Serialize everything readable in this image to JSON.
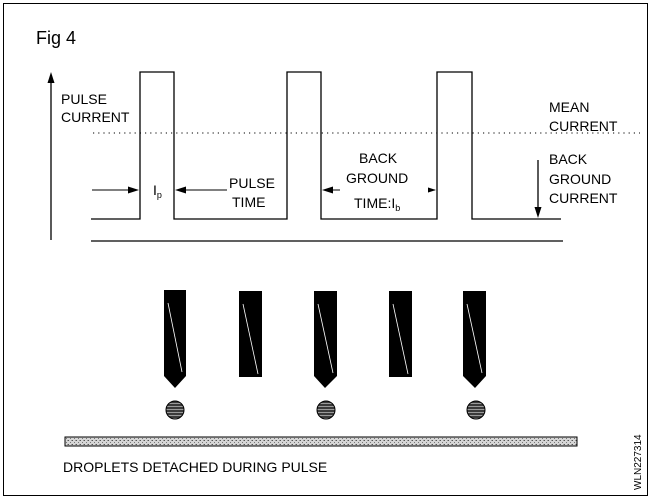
{
  "figure": {
    "title": "Fig 4",
    "side_code": "WLN227314",
    "caption": "DROPLETS DETACHED DURING PULSE"
  },
  "waveform": {
    "pulse_current": [
      "PULSE",
      "CURRENT"
    ],
    "mean_current": [
      "MEAN",
      "CURRENT"
    ],
    "background_current": [
      "BACK",
      "GROUND",
      "CURRENT"
    ],
    "pulse_time": [
      "PULSE",
      "TIME"
    ],
    "background_time": [
      "BACK",
      "GROUND",
      "TIME:I"
    ],
    "symbol_base": "I",
    "symbol_sub_p": "p",
    "symbol_sub_b": "b",
    "pulse_count": 3
  },
  "electrodes": {
    "count": 5,
    "droplet_count": 3
  },
  "colors": {
    "ink": "#000000",
    "plate_fill": "#c8c8c8",
    "droplet_fill": "#3a3a3a"
  }
}
